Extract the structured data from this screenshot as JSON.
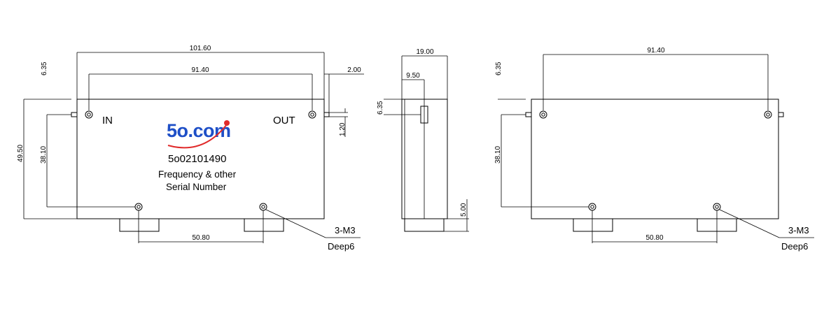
{
  "front_view": {
    "dim_width": "101.60",
    "dim_hole_spacing": "91.40",
    "dim_connector": "2.00",
    "dim_top_offset": "6.35",
    "dim_height": "49.50",
    "dim_hole_height": "38.10",
    "dim_connector_height": "1.20",
    "dim_bottom_spacing": "50.80",
    "in_label": "IN",
    "out_label": "OUT",
    "logo_text": "5o.com",
    "part_number": "5o02101490",
    "note_line1": "Frequency & other",
    "note_line2": "Serial Number",
    "screw_label": "3-M3",
    "depth_label": "Deep6"
  },
  "side_view": {
    "dim_depth": "19.00",
    "dim_connector_pos": "9.50",
    "dim_top_offset": "6.35",
    "dim_foot": "5.00"
  },
  "back_view": {
    "dim_hole_spacing": "91.40",
    "dim_top_offset": "6.35",
    "dim_hole_height": "38.10",
    "dim_bottom_spacing": "50.80",
    "screw_label": "3-M3",
    "depth_label": "Deep6"
  },
  "colors": {
    "logo_blue": "#1e4fc7",
    "logo_dot": "#e02b2b"
  }
}
